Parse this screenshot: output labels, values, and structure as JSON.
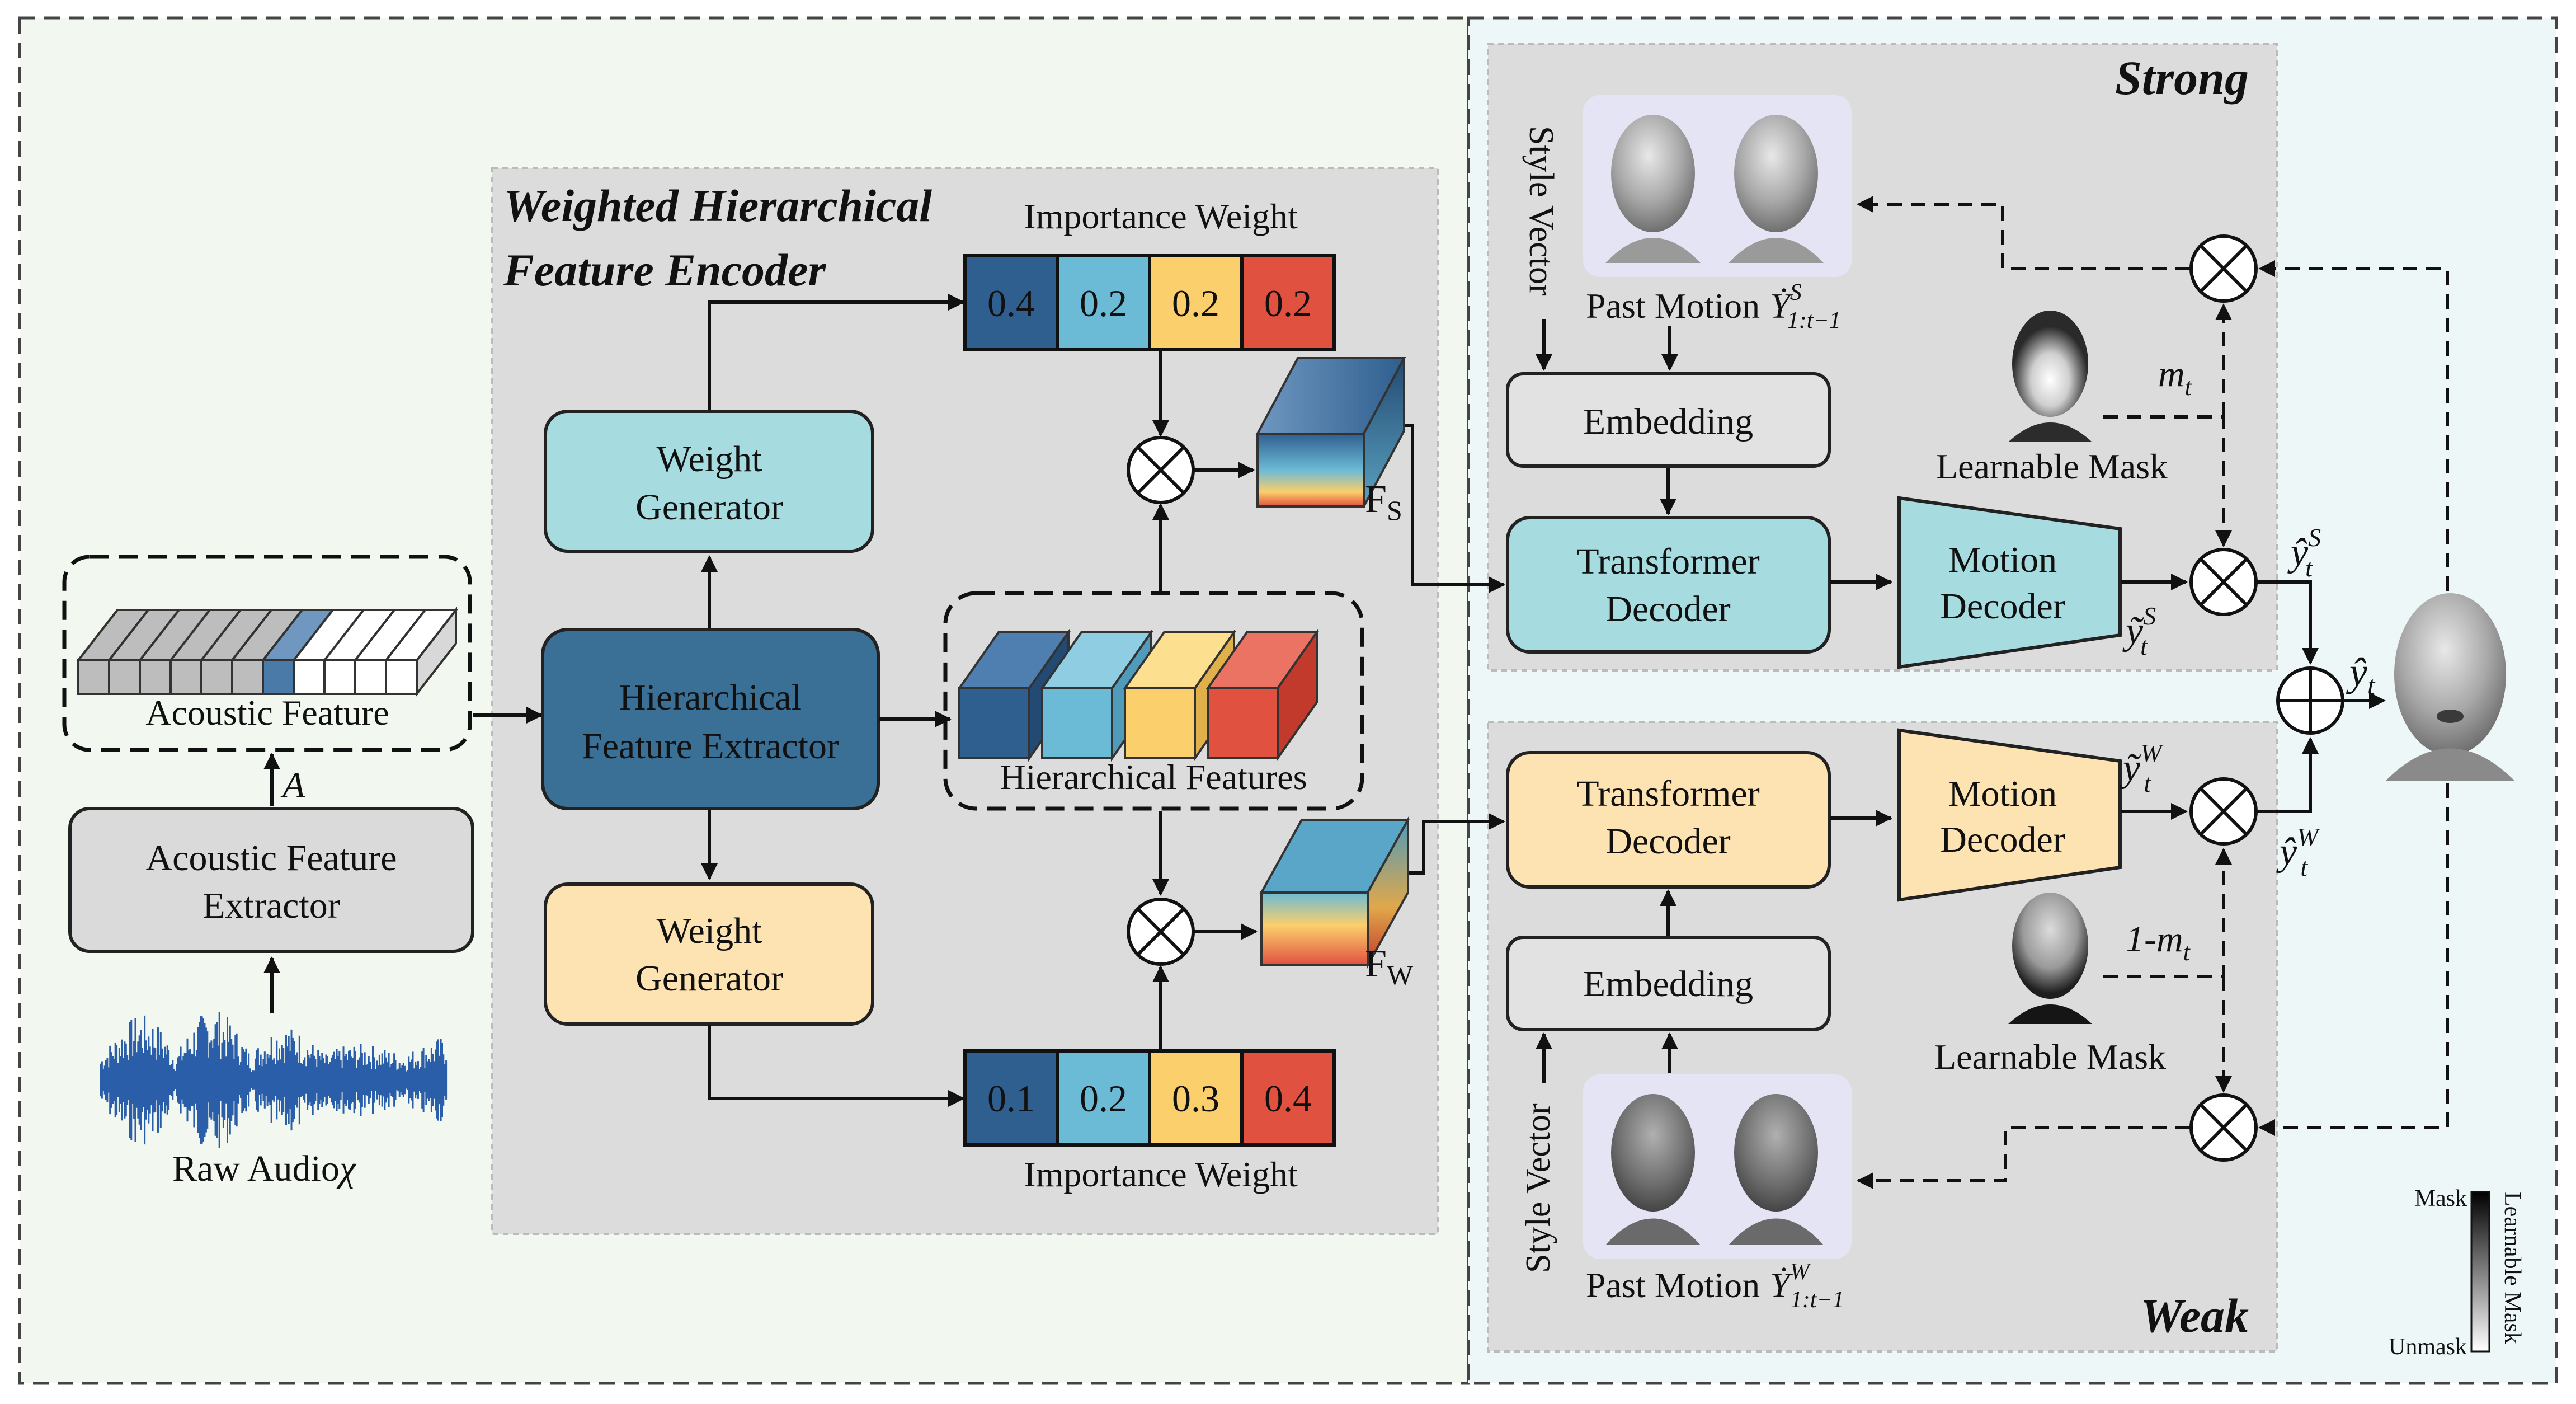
{
  "encoder": {
    "title_line1": "Weighted Hierarchical",
    "title_line2": "Feature Encoder",
    "weight_gen_top_line1": "Weight",
    "weight_gen_top_line2": "Generator",
    "weight_gen_bottom_line1": "Weight",
    "weight_gen_bottom_line2": "Generator",
    "extractor_line1": "Hierarchical",
    "extractor_line2": "Feature Extractor",
    "hier_features_label": "Hierarchical Features",
    "importance_top_label": "Importance Weight",
    "importance_bottom_label": "Importance Weight",
    "weights_top": [
      "0.4",
      "0.2",
      "0.2",
      "0.2"
    ],
    "weights_bottom": [
      "0.1",
      "0.2",
      "0.3",
      "0.4"
    ],
    "fs_label": "F",
    "fs_sub": "S",
    "fw_label": "F",
    "fw_sub": "W"
  },
  "audio": {
    "acoustic_feature_label": "Acoustic Feature",
    "a_symbol": "A",
    "extractor_line1": "Acoustic Feature",
    "extractor_line2": "Extractor",
    "raw_audio_label": "Raw Audio",
    "raw_audio_symbol": "χ"
  },
  "strong": {
    "title": "Strong",
    "style_vector": "Style Vector",
    "past_motion_label": "Past Motion",
    "past_motion_symbol": "Ẏ",
    "past_motion_sup": "S",
    "past_motion_sub": "1:t−1",
    "embedding": "Embedding",
    "transformer_line1": "Transformer",
    "transformer_line2": "Decoder",
    "motion_line1": "Motion",
    "motion_line2": "Decoder",
    "mask_label": "Learnable Mask",
    "mask_symbol": "m",
    "mask_sub": "t",
    "tilde_y": "ỹ",
    "tilde_sup": "S",
    "tilde_sub": "t",
    "hat_y": "ŷ",
    "hat_sup": "S",
    "hat_sub": "t"
  },
  "weak": {
    "title": "Weak",
    "style_vector": "Style Vector",
    "past_motion_label": "Past Motion",
    "past_motion_symbol": "Ẏ",
    "past_motion_sup": "W",
    "past_motion_sub": "1:t−1",
    "embedding": "Embedding",
    "transformer_line1": "Transformer",
    "transformer_line2": "Decoder",
    "motion_line1": "Motion",
    "motion_line2": "Decoder",
    "mask_label": "Learnable Mask",
    "mask_symbol": "1-m",
    "mask_sub": "t",
    "tilde_y": "ỹ",
    "tilde_sup": "W",
    "tilde_sub": "t",
    "hat_y": "ŷ",
    "hat_sup": "W",
    "hat_sub": "t"
  },
  "output": {
    "hat_y": "ŷ",
    "hat_sub": "t"
  },
  "mask_legend": {
    "top": "Mask",
    "bottom": "Unmask",
    "side": "Learnable Mask"
  },
  "colors": {
    "dark_blue": "#2f5f8f",
    "light_blue": "#6bbad6",
    "yellow": "#fbcf6c",
    "red": "#e0513f",
    "cyan_box": "#a6dbe0",
    "peach_box": "#fde3b1",
    "extractor_box": "#3b7096",
    "panel_gray": "#dcdcdc",
    "right_panel_bg": "#eef7f7"
  }
}
